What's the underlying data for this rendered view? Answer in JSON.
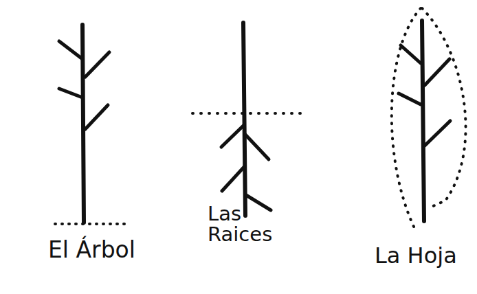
{
  "diagram": {
    "labels": [
      "El Árbol",
      "Las Raices",
      "La Hoja"
    ]
  }
}
